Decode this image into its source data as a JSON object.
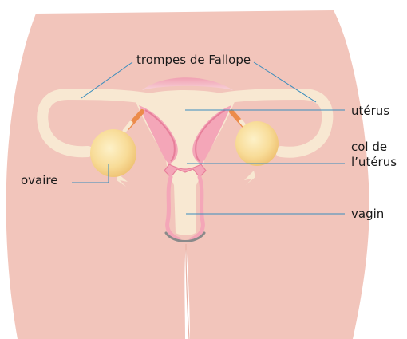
{
  "labels": {
    "trompes": "trompes de Fallope",
    "uterus": "utérus",
    "col_line1": "col de",
    "col_line2": "l’utérus",
    "ovaire": "ovaire",
    "vagin": "vagin"
  },
  "colors": {
    "body_skin": "#f2c5bb",
    "body_outline": "#e8b4a8",
    "organ_cream": "#f8e8d2",
    "uterus_pink": "#f4a6b8",
    "uterus_dark_pink": "#e77f9a",
    "ovary_yellow": "#f6d48a",
    "tube_orange": "#ec8b4b",
    "leader_line": "#3a8dbd",
    "arc_gray": "#8a8a8a"
  }
}
